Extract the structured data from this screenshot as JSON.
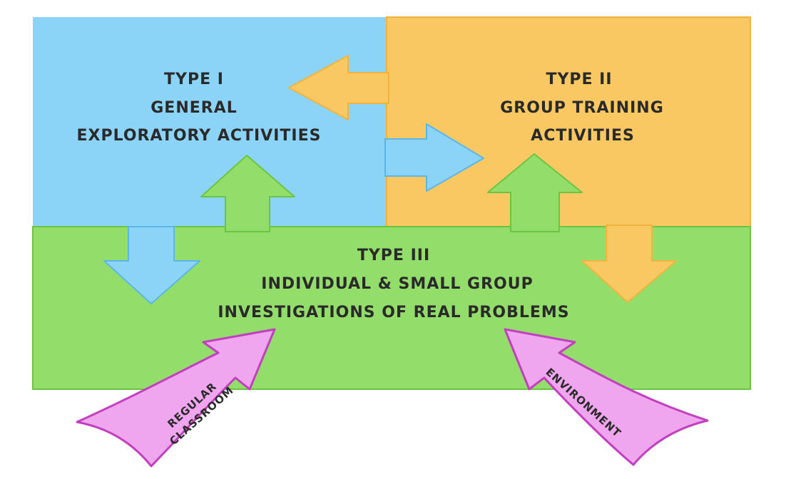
{
  "colors": {
    "blue": "#8cd4f7",
    "blue_edge": "#5ab6ea",
    "orange": "#f9c862",
    "orange_edge": "#f0b43e",
    "green": "#93dd6a",
    "green_edge": "#6cc443",
    "pink": "#f0a6ef",
    "pink_edge": "#c23fbf"
  },
  "type1": {
    "line1": "TYPE I",
    "line2": "GENERAL",
    "line3": "EXPLORATORY ACTIVITIES"
  },
  "type2": {
    "line1": "TYPE II",
    "line2": "GROUP TRAINING",
    "line3": "ACTIVITIES"
  },
  "type3": {
    "line1": "TYPE III",
    "line2": "INDIVIDUAL & SMALL GROUP",
    "line3": "INVESTIGATIONS OF REAL PROBLEMS"
  },
  "inputs": {
    "left_line1": "REGULAR",
    "left_line2": "CLASSROOM",
    "right": "ENVIRONMENT"
  }
}
